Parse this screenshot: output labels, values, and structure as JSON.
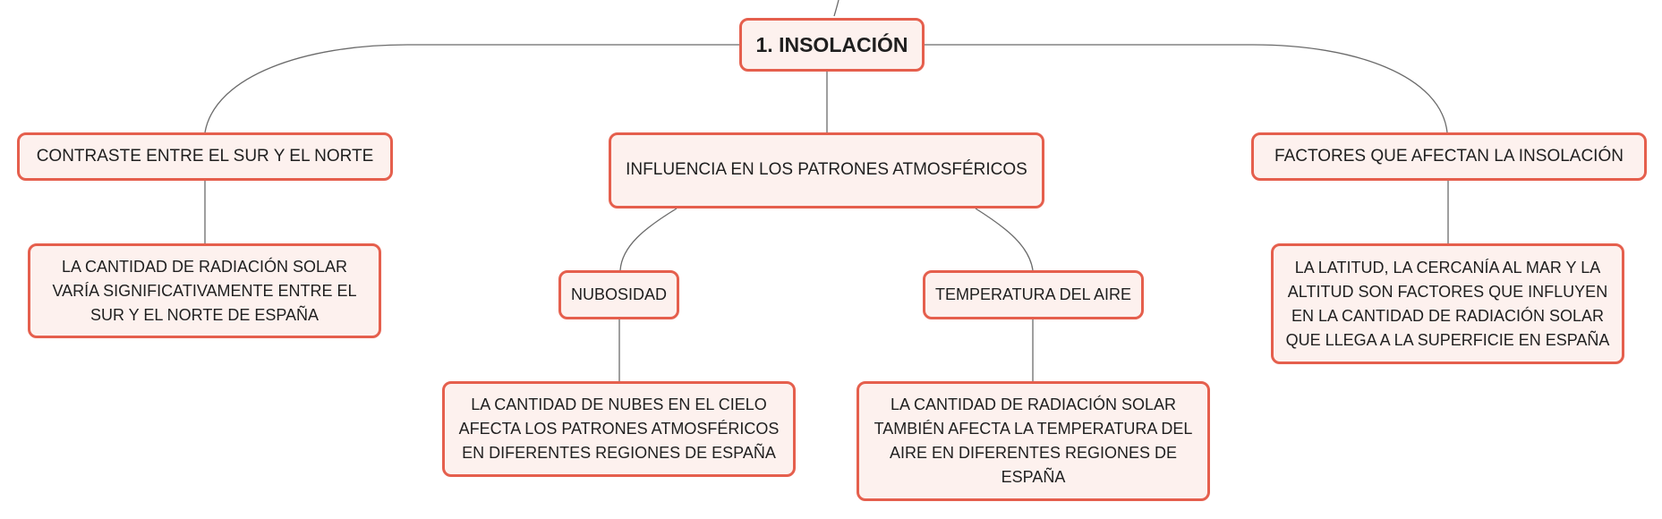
{
  "colors": {
    "node_border": "#e55f4d",
    "node_fill": "#fdf1ee",
    "connector": "#6b6b6b"
  },
  "map": {
    "root": {
      "label": "1. INSOLACIÓN"
    },
    "branches": {
      "contrast": {
        "label": "CONTRASTE ENTRE EL SUR Y EL NORTE",
        "detail": "LA CANTIDAD DE RADIACIÓN SOLAR VARÍA SIGNIFICATIVAMENTE ENTRE EL SUR Y EL NORTE DE ESPAÑA"
      },
      "influence": {
        "label": "INFLUENCIA EN LOS PATRONES ATMOSFÉRICOS",
        "clouds": {
          "label": "NUBOSIDAD",
          "detail": "LA CANTIDAD DE NUBES EN EL CIELO AFECTA LOS PATRONES ATMOSFÉRICOS EN DIFERENTES REGIONES DE ESPAÑA"
        },
        "air_temperature": {
          "label": "TEMPERATURA DEL AIRE",
          "detail": "LA CANTIDAD DE RADIACIÓN SOLAR TAMBIÉN AFECTA LA TEMPERATURA DEL AIRE EN DIFERENTES REGIONES DE ESPAÑA"
        }
      },
      "factors": {
        "label": "FACTORES QUE AFECTAN LA INSOLACIÓN",
        "detail": "LA LATITUD, LA CERCANÍA AL MAR Y LA ALTITUD SON FACTORES QUE INFLUYEN EN LA CANTIDAD DE RADIACIÓN SOLAR QUE LLEGA A LA SUPERFICIE EN ESPAÑA"
      }
    }
  }
}
